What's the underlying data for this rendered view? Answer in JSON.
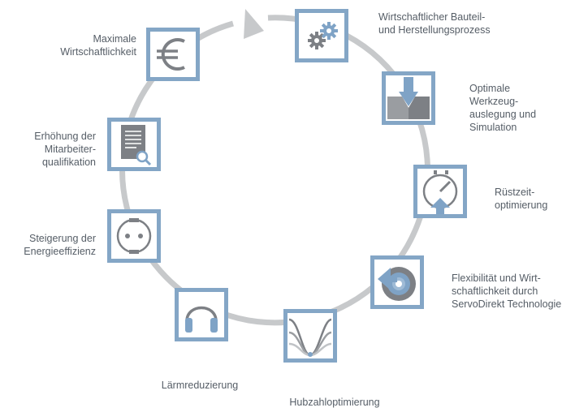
{
  "steps": [
    {
      "id": "bauteil",
      "icon": "gears-icon",
      "lines": [
        "Wirtschaftlicher Bauteil-",
        "und Herstellungsprozess"
      ]
    },
    {
      "id": "werkzeug",
      "icon": "die-punch-icon",
      "lines": [
        "Optimale",
        "Werkzeug-",
        "auslegung und",
        "Simulation"
      ]
    },
    {
      "id": "ruestzeit",
      "icon": "stopwatch-icon",
      "lines": [
        "Rüstzeit-",
        "optimierung"
      ]
    },
    {
      "id": "servodirekt",
      "icon": "servo-disc-icon",
      "lines": [
        "Flexibilität und Wirt-",
        "schaftlichkeit durch",
        "ServoDirekt Technologie"
      ]
    },
    {
      "id": "hubzahl",
      "icon": "stroke-curve-icon",
      "lines": [
        "Hubzahloptimierung"
      ]
    },
    {
      "id": "laerm",
      "icon": "headphones-icon",
      "lines": [
        "Lärmreduzierung"
      ]
    },
    {
      "id": "energie",
      "icon": "power-socket-icon",
      "lines": [
        "Steigerung der",
        "Energieeffizienz"
      ]
    },
    {
      "id": "qualifikation",
      "icon": "certificate-icon",
      "lines": [
        "Erhöhung der",
        "Mitarbeiter-",
        "qualifikation"
      ]
    },
    {
      "id": "wirtschaftlichkeit",
      "icon": "euro-icon",
      "lines": [
        "Maximale",
        "Wirtschaftlichkeit"
      ]
    }
  ],
  "colors": {
    "ring": "#c7c9cb",
    "tile_border": "#84a6c6",
    "accent": "#7fa3c6",
    "icon_gray": "#7d8085",
    "text": "#555d66"
  }
}
